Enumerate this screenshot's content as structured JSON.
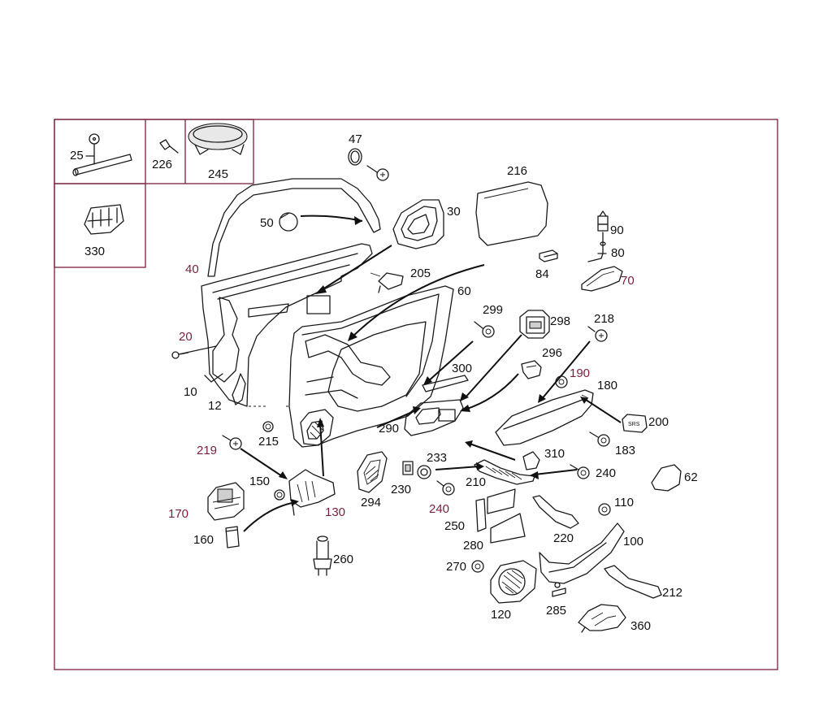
{
  "diagram": {
    "frame_color": "#7a1f3d",
    "label_color": "#7a1f3d",
    "inset_labels": [
      "25",
      "226",
      "245",
      "330"
    ],
    "parts": [
      {
        "id": "47"
      },
      {
        "id": "216"
      },
      {
        "id": "30"
      },
      {
        "id": "50"
      },
      {
        "id": "90"
      },
      {
        "id": "80"
      },
      {
        "id": "84"
      },
      {
        "id": "70"
      },
      {
        "id": "40"
      },
      {
        "id": "205"
      },
      {
        "id": "60"
      },
      {
        "id": "299"
      },
      {
        "id": "298"
      },
      {
        "id": "218"
      },
      {
        "id": "20"
      },
      {
        "id": "296"
      },
      {
        "id": "300"
      },
      {
        "id": "190"
      },
      {
        "id": "180"
      },
      {
        "id": "10"
      },
      {
        "id": "12"
      },
      {
        "id": "290"
      },
      {
        "id": "200"
      },
      {
        "id": "215"
      },
      {
        "id": "183"
      },
      {
        "id": "219"
      },
      {
        "id": "233"
      },
      {
        "id": "310"
      },
      {
        "id": "240"
      },
      {
        "id": "62"
      },
      {
        "id": "150"
      },
      {
        "id": "230"
      },
      {
        "id": "210"
      },
      {
        "id": "294"
      },
      {
        "id": "240"
      },
      {
        "id": "170"
      },
      {
        "id": "130"
      },
      {
        "id": "110"
      },
      {
        "id": "250"
      },
      {
        "id": "160"
      },
      {
        "id": "220"
      },
      {
        "id": "100"
      },
      {
        "id": "280"
      },
      {
        "id": "260"
      },
      {
        "id": "270"
      },
      {
        "id": "212"
      },
      {
        "id": "120"
      },
      {
        "id": "285"
      },
      {
        "id": "360"
      }
    ],
    "sas_label": "SRS"
  }
}
